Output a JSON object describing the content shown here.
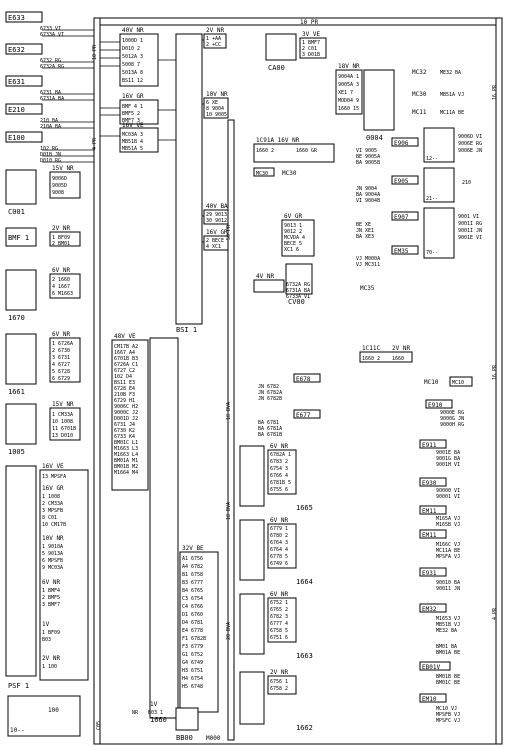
{
  "top_bar": {
    "label": "10 PR"
  },
  "left_harness": [
    {
      "code": "E633",
      "rows": [
        "6733 VI",
        "6733A VI"
      ]
    },
    {
      "code": "E632",
      "rows": [
        "6732 RG",
        "6732A RG"
      ]
    },
    {
      "code": "E631",
      "rows": [
        "6731 BA",
        "6731A BA"
      ]
    },
    {
      "code": "E210",
      "rows": [
        "210 BA",
        "210A BA"
      ]
    },
    {
      "code": "E100",
      "rows": [
        "102 RG",
        "D01B JN",
        "D010 RG"
      ]
    }
  ],
  "components": {
    "bsi": "BSI 1",
    "ca00": "CA00",
    "c004": "0004",
    "cv00": "CV00",
    "c001": "C001",
    "bmf1": "BMF 1",
    "c1670": "1670",
    "c1661": "1661",
    "c1005": "1005",
    "psf1": "PSF 1",
    "c1660": "1660",
    "bb00": "BB00",
    "m000": "M000",
    "c1665": "1665",
    "c1664": "1664",
    "c1663": "1663",
    "c1662": "1662",
    "mc30": "MC30",
    "mc35": "MC35",
    "mc10": "MC10"
  },
  "bsi_connectors": [
    {
      "header": "40V NR",
      "rows": [
        "1000D 1",
        "D010 2",
        "5012A 3",
        "5008 7",
        "5013A 8",
        "BS11 12"
      ]
    },
    {
      "header": "16V GR",
      "rows": [
        "BMF 4 1",
        "BMF5 2",
        "BMF7 3"
      ]
    },
    {
      "header": "16V VE",
      "rows": [
        "MC03A 3",
        "MB51B 4",
        "MB51A 5"
      ]
    },
    {
      "header": "2V NR",
      "rows": [
        "1 +AA",
        "2 +CC"
      ]
    },
    {
      "header": "10V NR",
      "rows": [
        "6 XE",
        "8 9004",
        "10 9005"
      ]
    },
    {
      "header": "40V BA",
      "rows": [
        "29 9013",
        "30 9012"
      ]
    },
    {
      "header": "16V GR",
      "rows": [
        "2 BECE",
        "4 XC1"
      ]
    }
  ],
  "module_labels": {
    "c1c91a": "1C91A 16V NR",
    "c1660a": "1660 2",
    "c1660b": "1660 GR",
    "mc30_conn": "MC30",
    "cv_header": "6V GR",
    "cv_rows": [
      "9013 1",
      "9012 2",
      "MCVDA 4",
      "BECE 5",
      "XC1 6"
    ],
    "c18v": "18V NR",
    "c18v_rows": [
      "9004A 1",
      "9005A 3",
      "XE1 7",
      "MOD04 9",
      "1660 15"
    ],
    "v3": "3V VE",
    "v3_rows": [
      "1 BMF7",
      "2 C01",
      "3 D01B"
    ],
    "c4vnr": "4V NR",
    "c4vnr_rows": [
      "6732A RG",
      "6731A BA",
      "6733A VI"
    ],
    "c1c11c": "1C11C",
    "c2vnr": "2V NR",
    "c1660c": "1660 2",
    "c1660d": "1660"
  },
  "right_tags": [
    {
      "code": "MC32",
      "rows": [
        "ME32 BA"
      ]
    },
    {
      "code": "MC30",
      "rows": [
        "MB51A VJ"
      ]
    },
    {
      "code": "MC11",
      "rows": [
        "MC11A BE"
      ]
    },
    {
      "code": "E906",
      "rows": [
        "VI 9005",
        "BE 9005A",
        "BA 9005B"
      ]
    },
    {
      "code": "E905",
      "rows": [
        "JN 9004",
        "BA 9004A",
        "VI 9004B"
      ]
    },
    {
      "code": "E907",
      "rows": [
        "BE XE",
        "JN XE1",
        "BA XE3"
      ]
    },
    {
      "code": "EM35",
      "rows": [
        "VJ M000A",
        "VJ MC311"
      ]
    }
  ],
  "e9_codes": {
    "e906b": [
      "9006D VI",
      "9006E RG",
      "9006E JN"
    ],
    "e905b": [
      "210"
    ],
    "e907b": [
      "9001 VI",
      "9001I RG",
      "9001I JN",
      "9001E VI"
    ],
    "marks": [
      "12--",
      "21--",
      "70--"
    ]
  },
  "bottom_left": {
    "psf_rows": [
      "16V VE",
      "13 MPSFA",
      "16V GR",
      "1 1008",
      "2 CM33A",
      "3 MPSFB",
      "8 C01",
      "10 CM17B",
      "10V NR",
      "1 9010A",
      "5 9013A",
      "6 MPSFB",
      "9 MC03A",
      "6V NR",
      "1 BMF4",
      "2 BMF5",
      "3 BMF7",
      "1V",
      "1 BF09",
      "B03",
      "2V NR",
      "1 100"
    ],
    "c001_rows": [
      "15V NR",
      "9006D",
      "9005D",
      "9008"
    ],
    "bmf_rows": [
      "2V NR",
      "1 BF09",
      "2 BM01"
    ],
    "c1670_rows": [
      "6V NR",
      "2 1660",
      "4 1667",
      "6 M1663"
    ],
    "c1661_rows": [
      "6V NR",
      "1 6726A",
      "2 6730",
      "3 6731",
      "4 6727",
      "5 6728",
      "6 6729"
    ],
    "c1005_rows": [
      "15V NR",
      "1 CM33A",
      "10 1008",
      "11 6701B",
      "13 D010"
    ],
    "wire_marks": [
      "10 PR",
      "50 PR",
      "4 PR",
      "18 PR"
    ],
    "ten_label": "10--",
    "hundred": "100"
  },
  "c1660_rows": [
    "48V VE",
    "CM17B A2",
    "1667 A4",
    "6701B B3",
    "6726A C1",
    "6727 C2",
    "102 D4",
    "BS11 E3",
    "6728 E4",
    "210B F3",
    "6729 H1",
    "9006C H2",
    "9000C J2",
    "D001D J2",
    "6731 J4",
    "6730 K2",
    "6733 K4",
    "BM01C L1",
    "M1663 L3",
    "M1663 L4",
    "BM01A M1",
    "BM01B M2",
    "M1664 M4"
  ],
  "c1660_block2": [
    "32V BE",
    "A1 6756",
    "A4 6782",
    "B1 6758",
    "B3 6777",
    "B4 6765",
    "C3 6754",
    "C4 6766",
    "D1 6760",
    "D4 6781",
    "E4 6778",
    "F1 6782B",
    "F3 6779",
    "G1 6752",
    "G4 6749",
    "H3 6751",
    "H4 6754",
    "H5 6748"
  ],
  "e678": {
    "code": "E678",
    "rows": [
      "JN 6782",
      "JN 6782A",
      "JN 6782B"
    ]
  },
  "e677": {
    "code": "E677",
    "rows": [
      "BA 6781",
      "BA 6781A",
      "BA 6781B"
    ]
  },
  "m1665": {
    "header": "6V NR",
    "rows": [
      "6782A 1",
      "6783 2",
      "6754 3",
      "6766 4",
      "6781B 5",
      "6755 6"
    ]
  },
  "m1664": {
    "header": "6V NR",
    "rows": [
      "6779 1",
      "6780 2",
      "6764 3",
      "6764 4",
      "6778 5",
      "6749 6"
    ]
  },
  "m1663": {
    "header": "6V NR",
    "rows": [
      "6752 1",
      "6765 2",
      "6782 3",
      "6777 4",
      "6758 5",
      "6751 6"
    ]
  },
  "m1662": {
    "header": "2V NR",
    "rows": [
      "6756 1",
      "6758 2"
    ]
  },
  "right_col": [
    {
      "code": "MC10",
      "rows": [
        "MC10"
      ]
    },
    {
      "code": "E910",
      "rows": [
        "9000E RG",
        "9000G JN",
        "9000H RG"
      ]
    },
    {
      "code": "E911",
      "rows": [
        "9001E BA",
        "9001G BA",
        "9001H VI"
      ]
    },
    {
      "code": "E930",
      "rows": [
        "90000 VI",
        "90001 VI"
      ]
    },
    {
      "code": "EM11",
      "rows": [
        "M165A VJ",
        "M165B VJ"
      ]
    },
    {
      "code": "EM11",
      "rows": [
        "M166C VJ",
        "MC11A BE",
        "MPSFA VJ"
      ]
    },
    {
      "code": "E931",
      "rows": [
        "90010 BA",
        "90011 JN"
      ]
    },
    {
      "code": "EM32",
      "rows": [
        "M1653 VJ",
        "MB51B VJ",
        "ME32 BA"
      ]
    },
    {
      "code": "",
      "rows": [
        "BM01 BA",
        "BM01A BE"
      ]
    },
    {
      "code": "EB01V",
      "rows": [
        "BM01B BE",
        "BM01C BE"
      ]
    },
    {
      "code": "EM10",
      "rows": [
        "MC10 VJ",
        "MPSFB VJ",
        "MPSFC VJ"
      ]
    }
  ],
  "bb_conn": {
    "header": "1V",
    "rows": [
      "NR",
      "B03 1"
    ]
  },
  "vertical_marks": [
    "10 PR",
    "4 PR",
    "16 PR",
    "50 PR",
    "18 BVA",
    "18 BVA",
    "20 BVA",
    "16 PR",
    "4 PR",
    "C05"
  ]
}
